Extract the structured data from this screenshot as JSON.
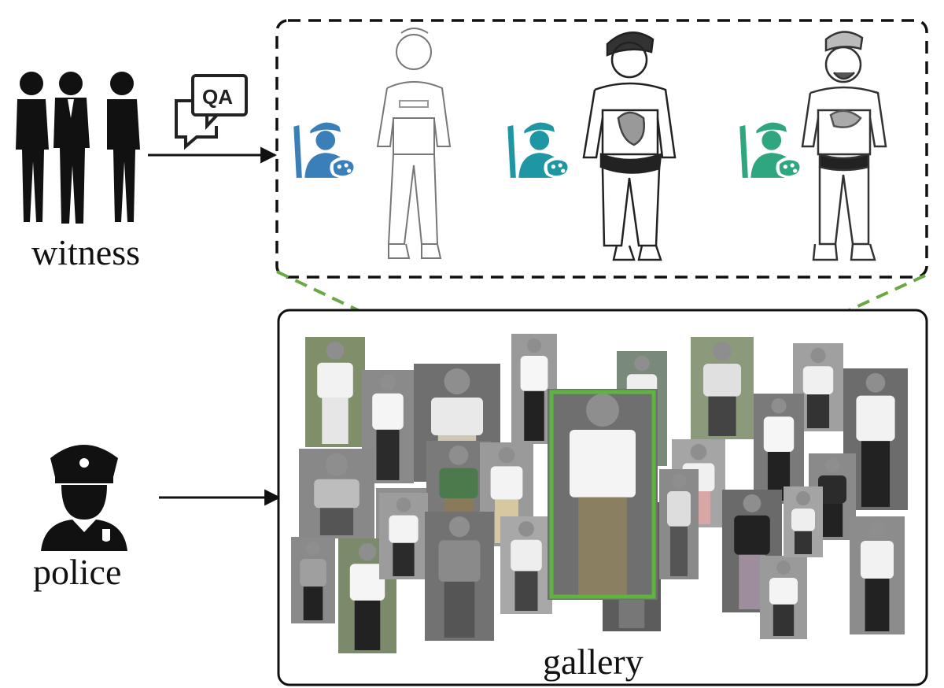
{
  "labels": {
    "witness": "witness",
    "police": "police",
    "gallery": "gallery"
  },
  "qa_icon": {
    "text": "QA",
    "icon": "chat-qa-icon"
  },
  "colors": {
    "artist_blue": "#3b7fb9",
    "artist_teal": "#1f96a3",
    "artist_green": "#2fa67f",
    "highlight_green": "#5fb43f",
    "dashed_green": "#6aa844",
    "face_blur": "#8e8e8e"
  },
  "sketches": [
    {
      "name": "sketch-1",
      "artist_color": "#3b7fb9"
    },
    {
      "name": "sketch-2",
      "artist_color": "#1f96a3"
    },
    {
      "name": "sketch-3",
      "artist_color": "#2fa67f"
    }
  ]
}
